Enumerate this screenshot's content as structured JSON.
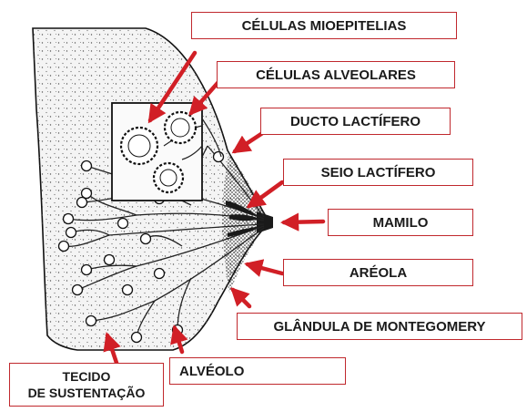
{
  "labels": {
    "myoepithelial": "CÉLULAS MIOEPITELIAS",
    "alveolar_cells": "CÉLULAS ALVEOLARES",
    "lactiferous_duct": "DUCTO LACTÍFERO",
    "lactiferous_sinus": "SEIO LACTÍFERO",
    "nipple": "MAMILO",
    "areola": "ARÉOLA",
    "montgomery": "GLÂNDULA DE MONTEGOMERY",
    "alveolus": "ALVÉOLO",
    "tissue_line1": "TECIDO",
    "tissue_line2": "DE SUSTENTAÇÃO"
  },
  "colors": {
    "arrow": "#d11f26",
    "box_border": "#c0282d",
    "ink": "#1a1a1a",
    "tissue": "#f4f4f4"
  }
}
